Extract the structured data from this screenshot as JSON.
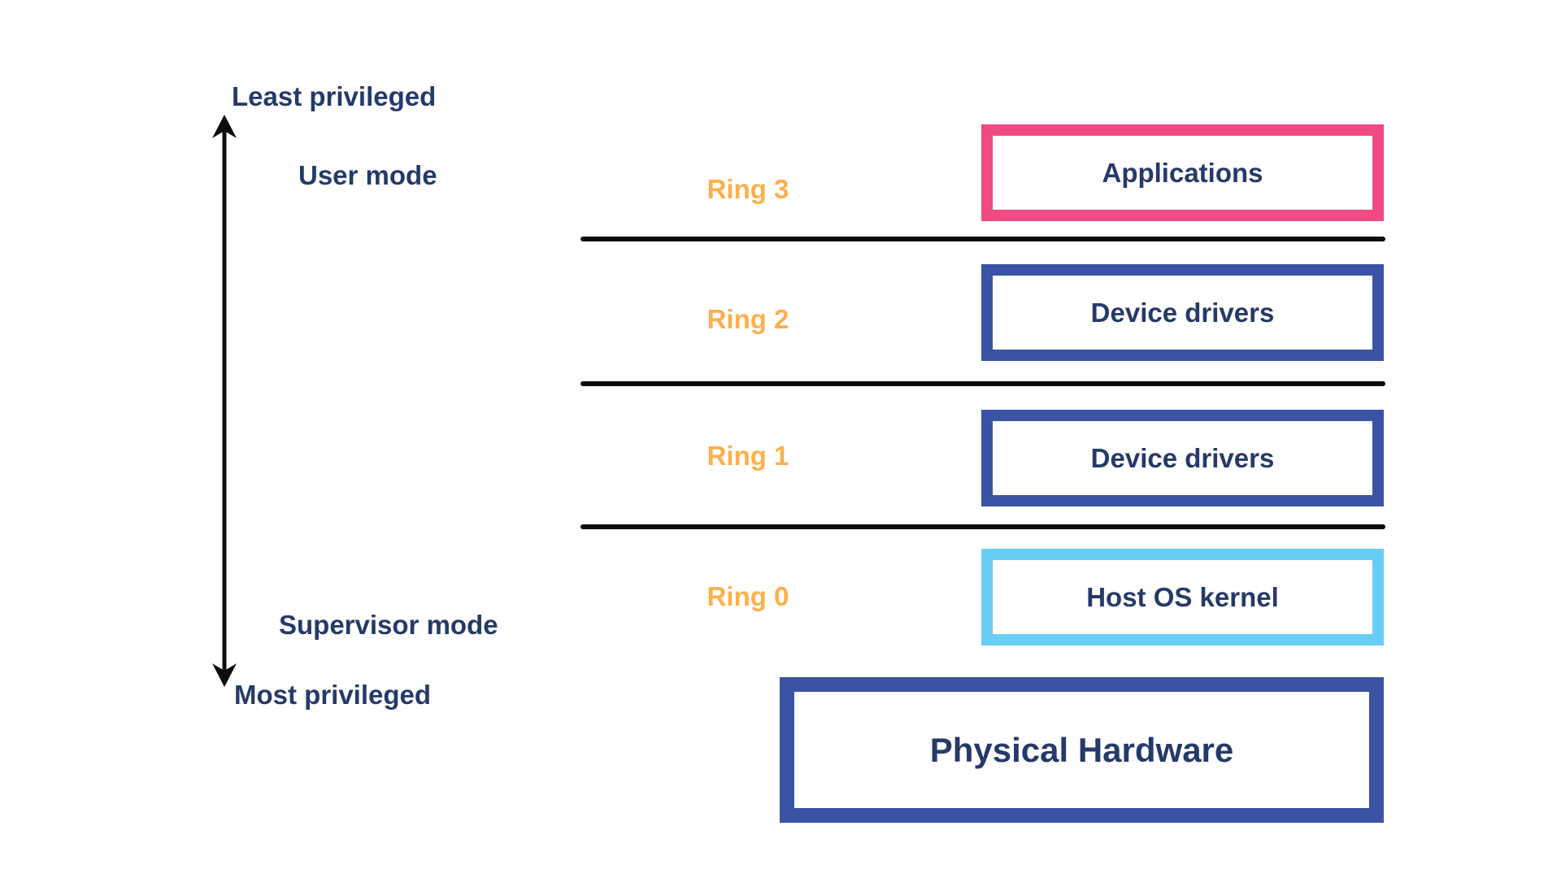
{
  "axis": {
    "least_label": "Least privileged",
    "most_label": "Most privileged",
    "user_mode_label": "User mode",
    "supervisor_mode_label": "Supervisor mode"
  },
  "rings": [
    {
      "label": "Ring 3",
      "component": "Applications",
      "border_color": "#EF4A81"
    },
    {
      "label": "Ring 2",
      "component": "Device drivers",
      "border_color": "#3A53A4"
    },
    {
      "label": "Ring 1",
      "component": "Device drivers",
      "border_color": "#3A53A4"
    },
    {
      "label": "Ring 0",
      "component": "Host OS kernel",
      "border_color": "#69CEF5"
    }
  ],
  "hardware": {
    "label": "Physical Hardware",
    "border_color": "#3A53A4"
  },
  "colors": {
    "label_navy": "#253A69",
    "ring_orange": "#FBB04C",
    "applications_pink": "#EF4A81",
    "device_driver_blue": "#3A53A4",
    "kernel_sky_blue": "#69CEF5",
    "separator_black": "#0D0D0D",
    "arrow_black": "#0D0D0D",
    "background": "#FFFFFF"
  }
}
